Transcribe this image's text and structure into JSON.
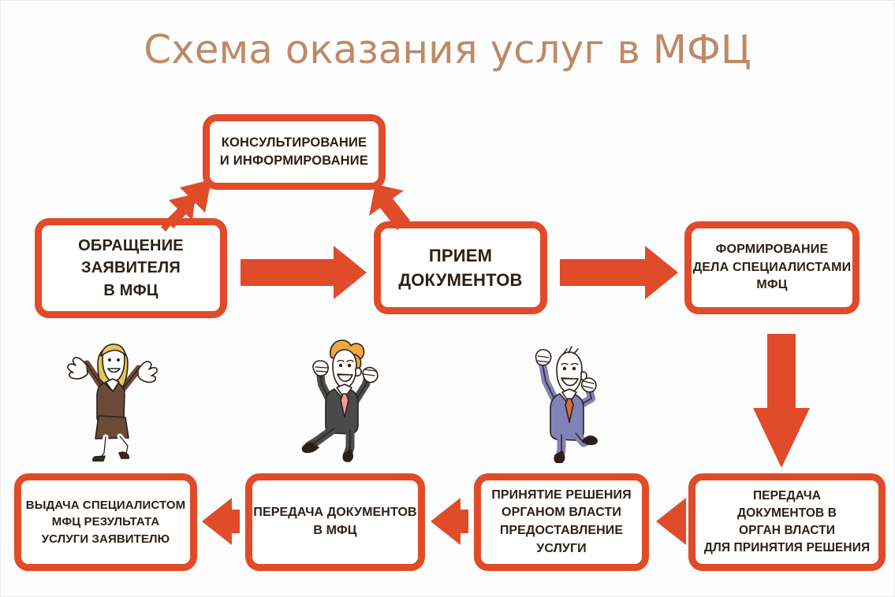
{
  "page": {
    "title": "Схема оказания услуг в МФЦ",
    "title_color": "#BE8A66",
    "accent_color": "#E04B2A",
    "background_color": "#FFFFFF",
    "text_color": "#2B2018"
  },
  "boxes": {
    "consultation": {
      "name": "Консультирование и информирование",
      "lines": [
        "КОНСУЛЬТИРОВАНИЕ",
        "И ИНФОРМИРОВАНИЕ"
      ]
    },
    "appeal": {
      "name": "Обращение заявителя в МФЦ",
      "lines": [
        "ОБРАЩЕНИЕ",
        "ЗАЯВИТЕЛЯ",
        "В МФЦ"
      ]
    },
    "reception": {
      "name": "Прием документов",
      "lines": [
        "ПРИЕМ",
        "ДОКУМЕНТОВ"
      ]
    },
    "forming": {
      "name": "Формирование дела специалистами МФЦ",
      "lines": [
        "ФОРМИРОВАНИЕ",
        "ДЕЛА СПЕЦИАЛИСТАМИ",
        "МФЦ"
      ]
    },
    "transfer_to_authority": {
      "name": "Передача документов в орган власти для принятия решения",
      "lines": [
        "ПЕРЕДАЧА",
        "ДОКУМЕНТОВ В",
        "ОРГАН ВЛАСТИ",
        "ДЛЯ ПРИНЯТИЯ РЕШЕНИЯ"
      ]
    },
    "decision": {
      "name": "Принятие решения органом власти предоставление услуги",
      "lines": [
        "ПРИНЯТИЕ РЕШЕНИЯ",
        "ОРГАНОМ ВЛАСТИ",
        "ПРЕДОСТАВЛЕНИЕ",
        "УСЛУГИ"
      ]
    },
    "transfer_to_mfc": {
      "name": "Передача документов в МФЦ",
      "lines": [
        "ПЕРЕДАЧА ДОКУМЕНТОВ",
        "В МФЦ"
      ]
    },
    "issue_result": {
      "name": "Выдача специалистом МФЦ результата услуги заявителю",
      "lines": [
        "ВЫДАЧА СПЕЦИАЛИСТОМ",
        "МФЦ РЕЗУЛЬТАТА",
        "УСЛУГИ ЗАЯВИТЕЛЮ"
      ]
    }
  },
  "arrows": [
    {
      "id": "appeal-to-consultation",
      "icon": "arrow-up-right-icon",
      "direction": "up-right"
    },
    {
      "id": "consultation-to-reception",
      "icon": "arrow-down-right-icon",
      "direction": "down-right"
    },
    {
      "id": "appeal-to-reception",
      "icon": "arrow-right-icon",
      "direction": "right"
    },
    {
      "id": "reception-to-forming",
      "icon": "arrow-right-icon",
      "direction": "right"
    },
    {
      "id": "forming-to-transfer-authority",
      "icon": "arrow-down-icon",
      "direction": "down"
    },
    {
      "id": "transfer-authority-to-decision",
      "icon": "arrow-left-icon",
      "direction": "left"
    },
    {
      "id": "decision-to-transfer-mfc",
      "icon": "arrow-left-icon",
      "direction": "left"
    },
    {
      "id": "transfer-mfc-to-issue",
      "icon": "arrow-left-icon",
      "direction": "left"
    }
  ],
  "people": [
    {
      "id": "celebrating-woman",
      "icon": "celebrating-woman-illustration",
      "suit_color": "#6B4A38",
      "hair_color": "#E8C45E"
    },
    {
      "id": "celebrating-man-gray",
      "icon": "celebrating-man-illustration",
      "suit_color": "#4A4A4A",
      "hair_color": "#F0A93C",
      "tie_color": "#EE9C9C"
    },
    {
      "id": "celebrating-man-purple",
      "icon": "celebrating-man-illustration",
      "suit_color": "#8382B8",
      "tie_color": "#D4703C"
    }
  ]
}
